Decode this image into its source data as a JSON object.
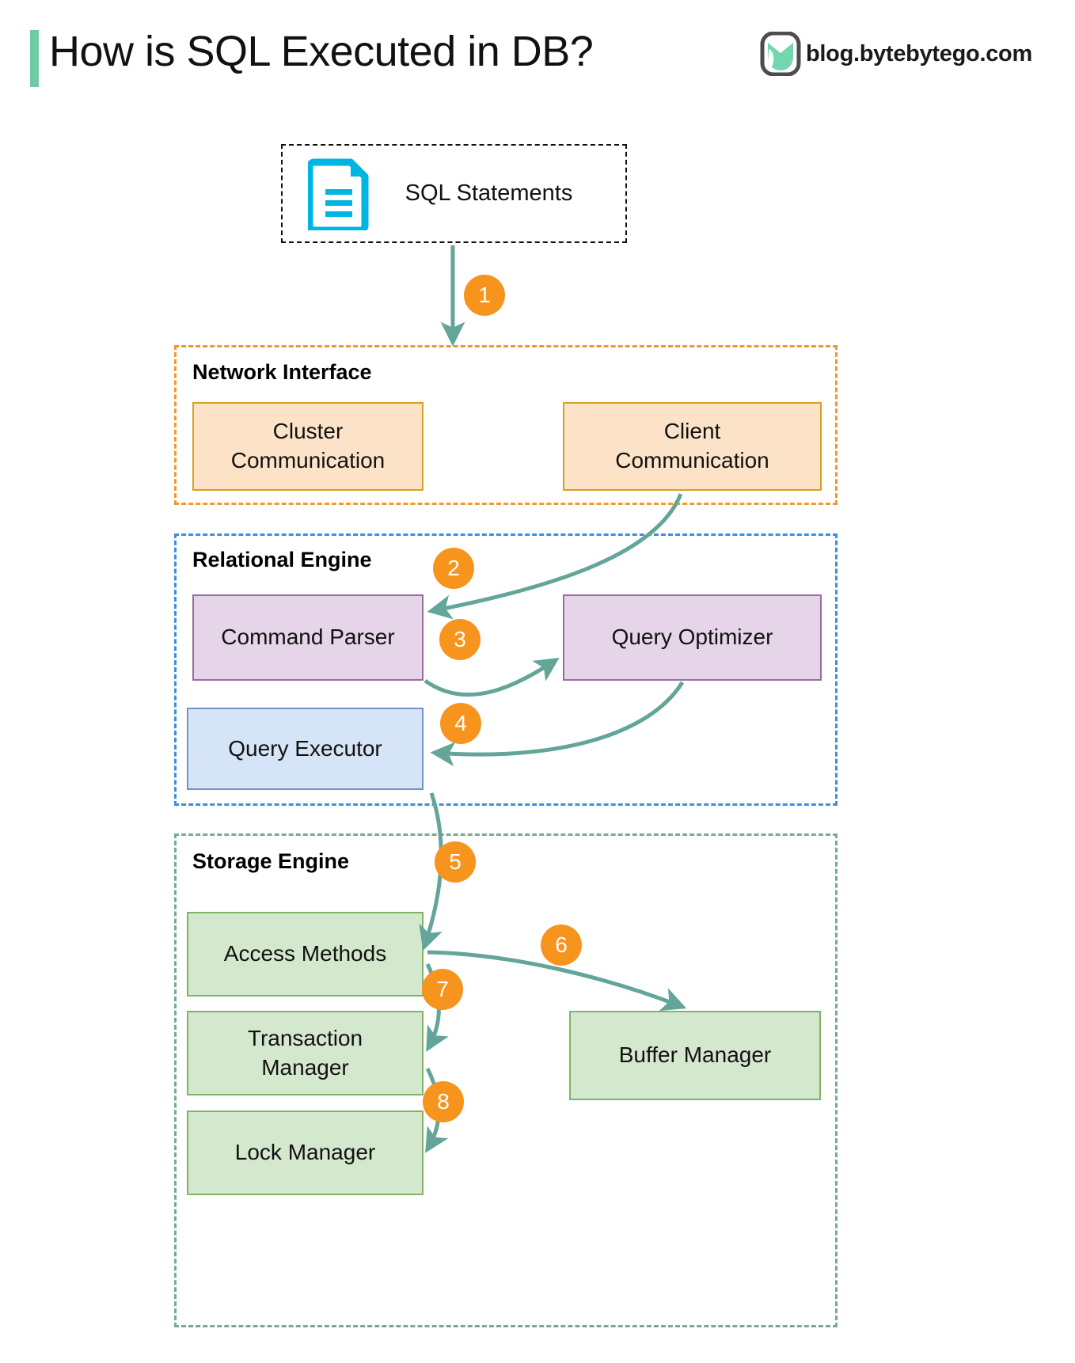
{
  "header": {
    "title": "How is SQL Executed in DB?",
    "brand_text": "blog.bytebytego.com",
    "accent_color": "#6ECBA4"
  },
  "source": {
    "label": "SQL Statements",
    "icon": "document-icon",
    "icon_color": "#00B5E2"
  },
  "groups": [
    {
      "id": "network",
      "label": "Network Interface",
      "border_color": "#F0992F",
      "nodes": [
        {
          "id": "cluster-communication",
          "label": "Cluster\nCommunication",
          "fill": "#FCE3C8",
          "border": "#D9A021"
        },
        {
          "id": "client-communication",
          "label": "Client\nCommunication",
          "fill": "#FCE3C8",
          "border": "#D9A021"
        }
      ]
    },
    {
      "id": "relational",
      "label": "Relational Engine",
      "border_color": "#3D8FDE",
      "nodes": [
        {
          "id": "command-parser",
          "label": "Command Parser",
          "fill": "#E6D4E8",
          "border": "#9B6B9E"
        },
        {
          "id": "query-optimizer",
          "label": "Query Optimizer",
          "fill": "#E6D4E8",
          "border": "#9B6B9E"
        },
        {
          "id": "query-executor",
          "label": "Query Executor",
          "fill": "#D6E4F8",
          "border": "#6F93C9"
        }
      ]
    },
    {
      "id": "storage",
      "label": "Storage Engine",
      "border_color": "#74A99B",
      "nodes": [
        {
          "id": "access-methods",
          "label": "Access Methods",
          "fill": "#D4E8CE",
          "border": "#82B366"
        },
        {
          "id": "buffer-manager",
          "label": "Buffer Manager",
          "fill": "#D4E8CE",
          "border": "#82B366"
        },
        {
          "id": "transaction-manager",
          "label": "Transaction\nManager",
          "fill": "#D4E8CE",
          "border": "#82B366"
        },
        {
          "id": "lock-manager",
          "label": "Lock Manager",
          "fill": "#D4E8CE",
          "border": "#82B366"
        }
      ]
    }
  ],
  "node_labels": {
    "cluster_communication_line1": "Cluster",
    "cluster_communication_line2": "Communication",
    "client_communication_line1": "Client",
    "client_communication_line2": "Communication",
    "command_parser": "Command Parser",
    "query_optimizer": "Query Optimizer",
    "query_executor": "Query Executor",
    "access_methods": "Access Methods",
    "buffer_manager": "Buffer Manager",
    "transaction_manager_line1": "Transaction",
    "transaction_manager_line2": "Manager",
    "lock_manager": "Lock Manager"
  },
  "group_labels": {
    "network": "Network Interface",
    "relational": "Relational Engine",
    "storage": "Storage Engine"
  },
  "steps": [
    {
      "n": "1",
      "from": "sql-statements",
      "to": "network-interface"
    },
    {
      "n": "2",
      "from": "client-communication",
      "to": "command-parser"
    },
    {
      "n": "3",
      "from": "command-parser",
      "to": "query-optimizer"
    },
    {
      "n": "4",
      "from": "query-optimizer",
      "to": "query-executor"
    },
    {
      "n": "5",
      "from": "query-executor",
      "to": "access-methods"
    },
    {
      "n": "6",
      "from": "access-methods",
      "to": "buffer-manager"
    },
    {
      "n": "7",
      "from": "access-methods",
      "to": "transaction-manager"
    },
    {
      "n": "8",
      "from": "transaction-manager",
      "to": "lock-manager"
    }
  ],
  "colors": {
    "arrow": "#63A598",
    "step_badge": "#F7941E",
    "step_text": "#FFFFFF"
  }
}
